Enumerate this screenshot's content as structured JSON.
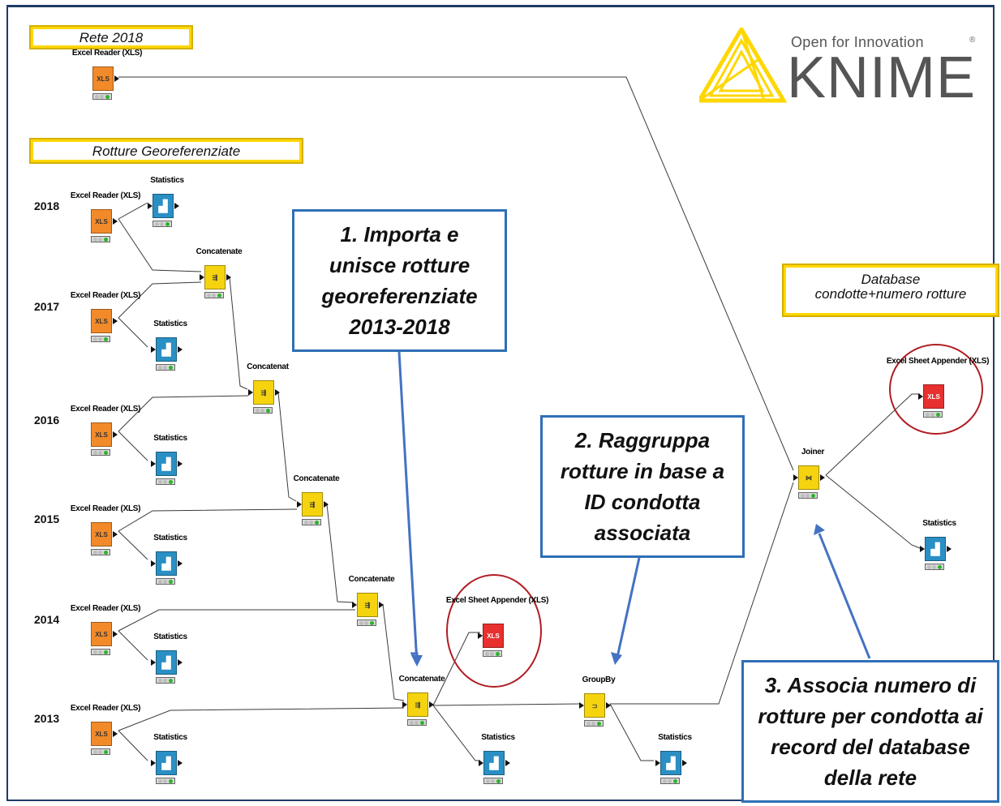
{
  "annotations": {
    "rete": "Rete 2018",
    "rotture": "Rotture Georeferenziate",
    "database_line1": "Database",
    "database_line2": "condotte+numero rotture"
  },
  "logo": {
    "tagline": "Open for Innovation",
    "wordmark": "KNIME",
    "registered": "®",
    "accent_color": "#ffd700"
  },
  "years": [
    "2018",
    "2017",
    "2016",
    "2015",
    "2014",
    "2013"
  ],
  "nodes": {
    "reader_rete": "Excel Reader (XLS)",
    "reader_2018": "Excel Reader (XLS)",
    "reader_2017": "Excel Reader (XLS)",
    "reader_2016": "Excel Reader (XLS)",
    "reader_2015": "Excel Reader (XLS)",
    "reader_2014": "Excel Reader (XLS)",
    "reader_2013": "Excel Reader (XLS)",
    "stats_2018": "Statistics",
    "stats_2017": "Statistics",
    "stats_2016": "Statistics",
    "stats_2015": "Statistics",
    "stats_2014": "Statistics",
    "stats_2013": "Statistics",
    "concat_1": "Concatenate",
    "concat_2": "Concatenat",
    "concat_3": "Concatenate",
    "concat_4": "Concatenate",
    "concat_5": "Concatenate",
    "appender_1": "Excel Sheet Appender (XLS)",
    "stats_concat": "Statistics",
    "groupby": "GroupBy",
    "stats_groupby": "Statistics",
    "joiner": "Joiner",
    "appender_2": "Excel Sheet Appender (XLS)",
    "stats_joiner": "Statistics"
  },
  "icons": {
    "reader": "XLS",
    "appender": "XLS",
    "statistics": "statistics-icon",
    "concatenate": "concatenate-icon",
    "groupby": "groupby-icon",
    "joiner": "joiner-icon"
  },
  "callouts": {
    "step1": "1. Importa e unisce rotture georeferenziate 2013-2018",
    "step2": "2. Raggruppa rotture in base a ID condotta associata",
    "step3": "3. Associa numero di rotture per condotta ai record del database della rete"
  },
  "colors": {
    "reader": "#f28a2a",
    "manipulator": "#f5d40f",
    "statistics": "#2a8fc4",
    "writer": "#e8302f",
    "callout_border": "#2f6fb6",
    "highlight_ellipse": "#b01c22"
  }
}
